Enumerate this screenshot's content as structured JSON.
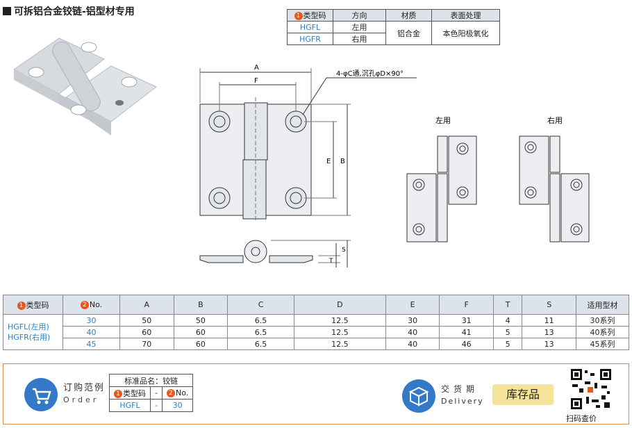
{
  "title": "可拆铝合金铰链-铝型材专用",
  "spec_table": {
    "headers": [
      "类型码",
      "方向",
      "材质",
      "表面处理"
    ],
    "header_num": "1",
    "rows": [
      {
        "code": "HGFL",
        "direction": "左用"
      },
      {
        "code": "HGFR",
        "direction": "右用"
      }
    ],
    "material": "铝合金",
    "finish": "本色阳极氧化"
  },
  "drawing": {
    "dim_A": "A",
    "dim_F": "F",
    "dim_E": "E",
    "dim_B": "B",
    "dim_S": "S",
    "dim_T": "T",
    "hole_note": "4-φC通,沉孔φD×90°",
    "left_label": "左用",
    "right_label": "右用"
  },
  "dims_table": {
    "type_header": "类型码",
    "type_num": "1",
    "no_header": "No.",
    "no_num": "2",
    "columns": [
      "A",
      "B",
      "C",
      "D",
      "E",
      "F",
      "T",
      "S",
      "适用型材"
    ],
    "type_codes": [
      "HGFL(左用)",
      "HGFR(右用)"
    ],
    "rows": [
      {
        "no": "30",
        "vals": [
          "50",
          "50",
          "6.5",
          "12.5",
          "30",
          "31",
          "4",
          "11",
          "30系列"
        ]
      },
      {
        "no": "40",
        "vals": [
          "60",
          "60",
          "6.5",
          "12.5",
          "40",
          "41",
          "5",
          "13",
          "40系列"
        ]
      },
      {
        "no": "45",
        "vals": [
          "70",
          "60",
          "6.5",
          "12.5",
          "40",
          "46",
          "5",
          "13",
          "45系列"
        ]
      }
    ]
  },
  "order": {
    "label_cn": "订购范例",
    "label_en": "Order",
    "table_title": "标准品名：铰链",
    "type_header": "类型码",
    "type_num": "1",
    "dash": "-",
    "no_header": "No.",
    "no_num": "2",
    "type_value": "HGFL",
    "no_value": "30",
    "delivery_cn": "交货期",
    "delivery_en": "Delivery",
    "stock_label": "库存品",
    "qr_label": "扫码查价"
  }
}
